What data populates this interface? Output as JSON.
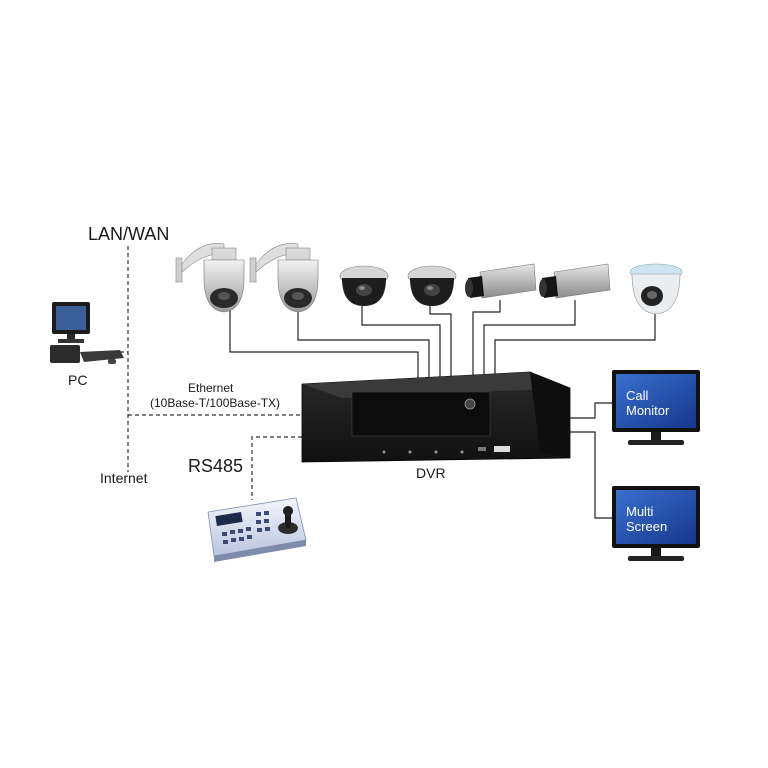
{
  "labels": {
    "lan_wan": "LAN/WAN",
    "pc": "PC",
    "ethernet": "Ethernet",
    "ethernet_spec": "(10Base-T/100Base-TX)",
    "internet": "Internet",
    "rs485": "RS485",
    "dvr": "DVR"
  },
  "monitors": [
    {
      "line1": "Call",
      "line2": "Monitor"
    },
    {
      "line1": "Multi",
      "line2": "Screen"
    }
  ],
  "colors": {
    "line": "#222222",
    "device_dark": "#1b1b1b",
    "screen_blue": "#1f4fa8"
  }
}
